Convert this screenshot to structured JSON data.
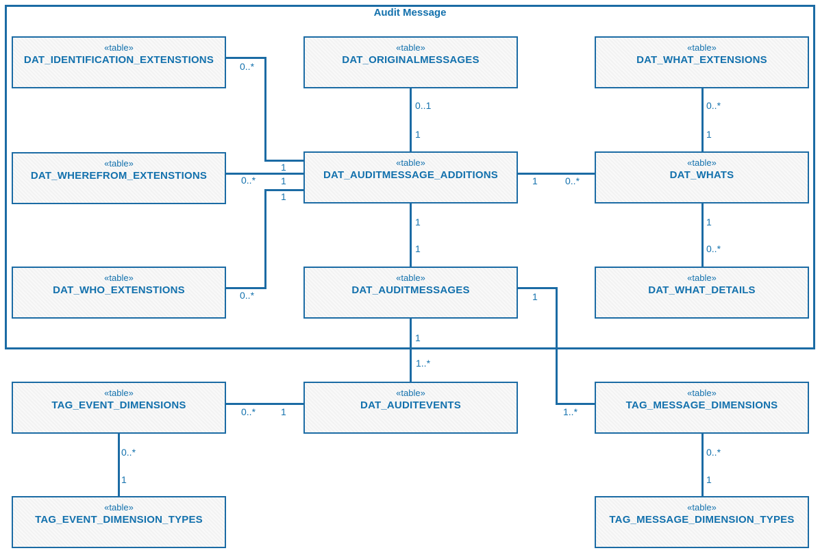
{
  "frame": {
    "title": "Audit Message"
  },
  "colors": {
    "line": "#1b6ba4",
    "text": "#1371ad",
    "fill": "#f2f2f2"
  },
  "tables": [
    {
      "stereotype": "«table»",
      "name": "DAT_IDENTIFICATION_EXTENSTIONS"
    },
    {
      "stereotype": "«table»",
      "name": "DAT_ORIGINALMESSAGES"
    },
    {
      "stereotype": "«table»",
      "name": "DAT_WHAT_EXTENSIONS"
    },
    {
      "stereotype": "«table»",
      "name": "DAT_WHEREFROM_EXTENSTIONS"
    },
    {
      "stereotype": "«table»",
      "name": "DAT_AUDITMESSAGE_ADDITIONS"
    },
    {
      "stereotype": "«table»",
      "name": "DAT_WHATS"
    },
    {
      "stereotype": "«table»",
      "name": "DAT_WHO_EXTENSTIONS"
    },
    {
      "stereotype": "«table»",
      "name": "DAT_AUDITMESSAGES"
    },
    {
      "stereotype": "«table»",
      "name": "DAT_WHAT_DETAILS"
    },
    {
      "stereotype": "«table»",
      "name": "TAG_EVENT_DIMENSIONS"
    },
    {
      "stereotype": "«table»",
      "name": "DAT_AUDITEVENTS"
    },
    {
      "stereotype": "«table»",
      "name": "TAG_MESSAGE_DIMENSIONS"
    },
    {
      "stereotype": "«table»",
      "name": "TAG_EVENT_DIMENSION_TYPES"
    },
    {
      "stereotype": "«table»",
      "name": "TAG_MESSAGE_DIMENSION_TYPES"
    }
  ],
  "connections": [
    {
      "from": "DAT_IDENTIFICATION_EXTENSTIONS",
      "to": "DAT_AUDITMESSAGE_ADDITIONS",
      "from_label": "0..*",
      "to_label": "1"
    },
    {
      "from": "DAT_WHEREFROM_EXTENSTIONS",
      "to": "DAT_AUDITMESSAGE_ADDITIONS",
      "from_label": "0..*",
      "to_label": "1"
    },
    {
      "from": "DAT_WHO_EXTENSTIONS",
      "to": "DAT_AUDITMESSAGE_ADDITIONS",
      "from_label": "0..*",
      "to_label": "1"
    },
    {
      "from": "DAT_ORIGINALMESSAGES",
      "to": "DAT_AUDITMESSAGE_ADDITIONS",
      "from_label": "0..1",
      "to_label": "1"
    },
    {
      "from": "DAT_WHAT_EXTENSIONS",
      "to": "DAT_WHATS",
      "from_label": "0..*",
      "to_label": "1"
    },
    {
      "from": "DAT_AUDITMESSAGE_ADDITIONS",
      "to": "DAT_WHATS",
      "from_label": "1",
      "to_label": "0..*"
    },
    {
      "from": "DAT_AUDITMESSAGE_ADDITIONS",
      "to": "DAT_AUDITMESSAGES",
      "from_label": "1",
      "to_label": "1"
    },
    {
      "from": "DAT_WHATS",
      "to": "DAT_WHAT_DETAILS",
      "from_label": "1",
      "to_label": "0..*"
    },
    {
      "from": "DAT_AUDITMESSAGES",
      "to": "DAT_AUDITEVENTS",
      "from_label": "1",
      "to_label": "1..*"
    },
    {
      "from": "DAT_AUDITMESSAGES",
      "to": "TAG_MESSAGE_DIMENSIONS",
      "from_label": "1",
      "to_label": "1..*"
    },
    {
      "from": "TAG_EVENT_DIMENSIONS",
      "to": "DAT_AUDITEVENTS",
      "from_label": "0..*",
      "to_label": "1"
    },
    {
      "from": "TAG_EVENT_DIMENSIONS",
      "to": "TAG_EVENT_DIMENSION_TYPES",
      "from_label": "0..*",
      "to_label": "1"
    },
    {
      "from": "TAG_MESSAGE_DIMENSIONS",
      "to": "TAG_MESSAGE_DIMENSION_TYPES",
      "from_label": "0..*",
      "to_label": "1"
    }
  ]
}
